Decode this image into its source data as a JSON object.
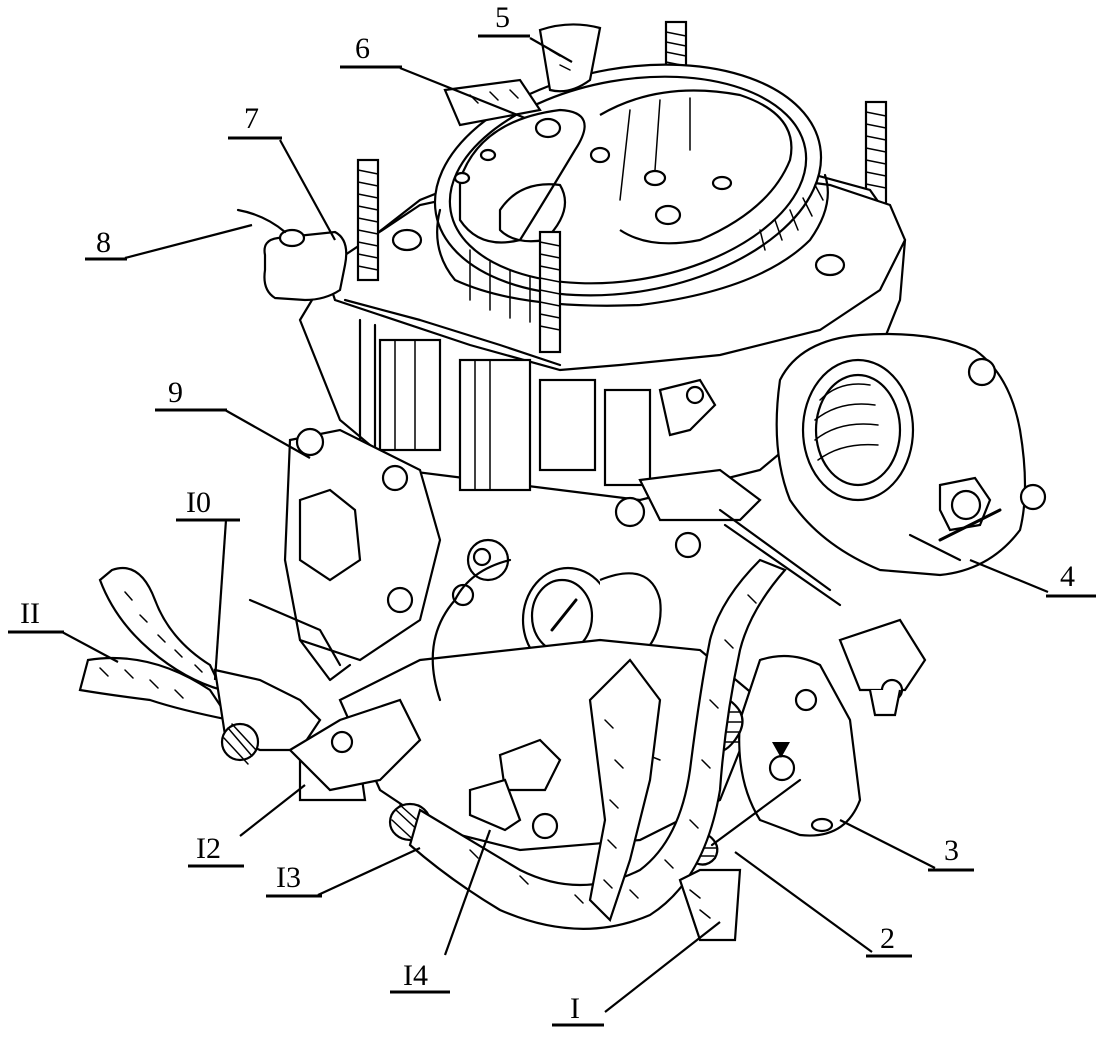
{
  "labels": {
    "1": "I",
    "2": "2",
    "3": "3",
    "4": "4",
    "5": "5",
    "6": "6",
    "7": "7",
    "8": "8",
    "9": "9",
    "10": "I0",
    "11": "II",
    "12": "I2",
    "13": "I3",
    "14": "I4"
  }
}
